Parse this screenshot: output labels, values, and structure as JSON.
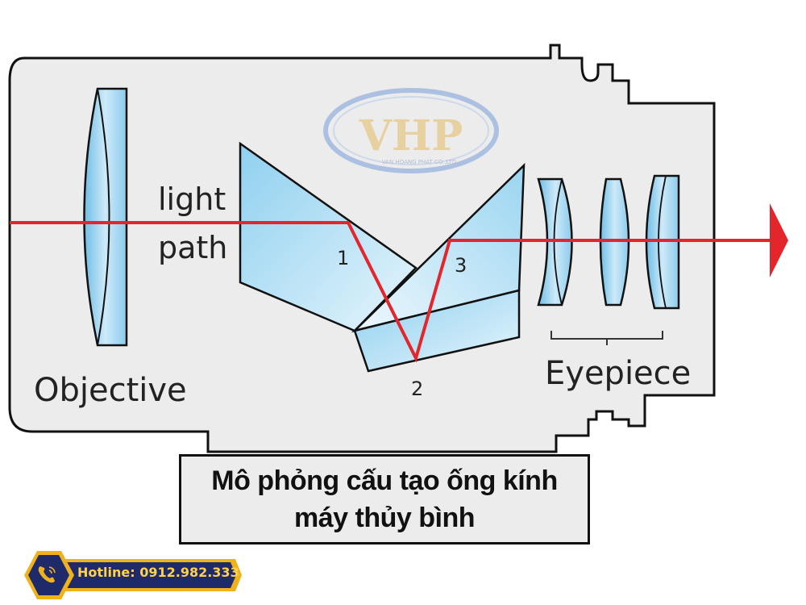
{
  "labels": {
    "light_path_1": "light",
    "light_path_2": "path",
    "objective": "Objective",
    "eyepiece": "Eyepiece",
    "point_1": "1",
    "point_2": "2",
    "point_3": "3"
  },
  "watermark": {
    "brand": "VHP",
    "company": "VAN HOANG PHAT CO.,LTD"
  },
  "caption": {
    "line1": "Mô phỏng cấu tạo ống kính",
    "line2": "máy thủy bình"
  },
  "hotline": {
    "text": "Hotline: 0912.982.333",
    "icon": "phone-icon"
  },
  "colors": {
    "light_ray": "#e3262b",
    "glass_fill": "#bfe3f5",
    "glass_dark": "#7ec3e6",
    "body_fill": "#ececec",
    "hotline_bg": "#1f2a6b",
    "hotline_accent": "#f0b21a"
  }
}
